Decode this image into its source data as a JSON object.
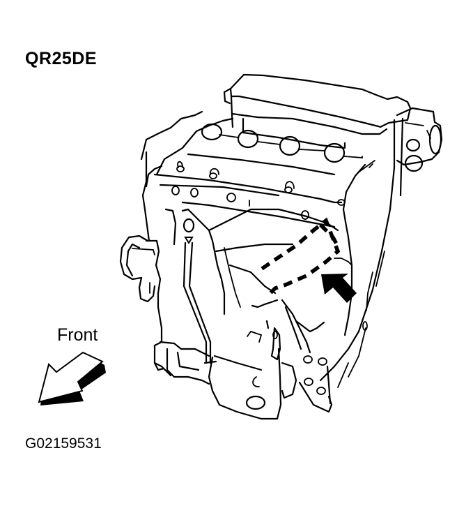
{
  "diagram": {
    "title": "QR25DE",
    "direction_label": "Front",
    "figure_id": "G02159531",
    "subject": "engine-assembly-line-drawing",
    "callouts": [
      {
        "type": "dashed-outline",
        "meaning": "highlighted-component-area"
      },
      {
        "type": "solid-pointer-arrow",
        "meaning": "points-to-component"
      }
    ],
    "icons": [
      "front-direction-arrow-icon",
      "pointer-arrow-icon"
    ],
    "colors": {
      "line": "#000000",
      "background": "#ffffff"
    }
  }
}
